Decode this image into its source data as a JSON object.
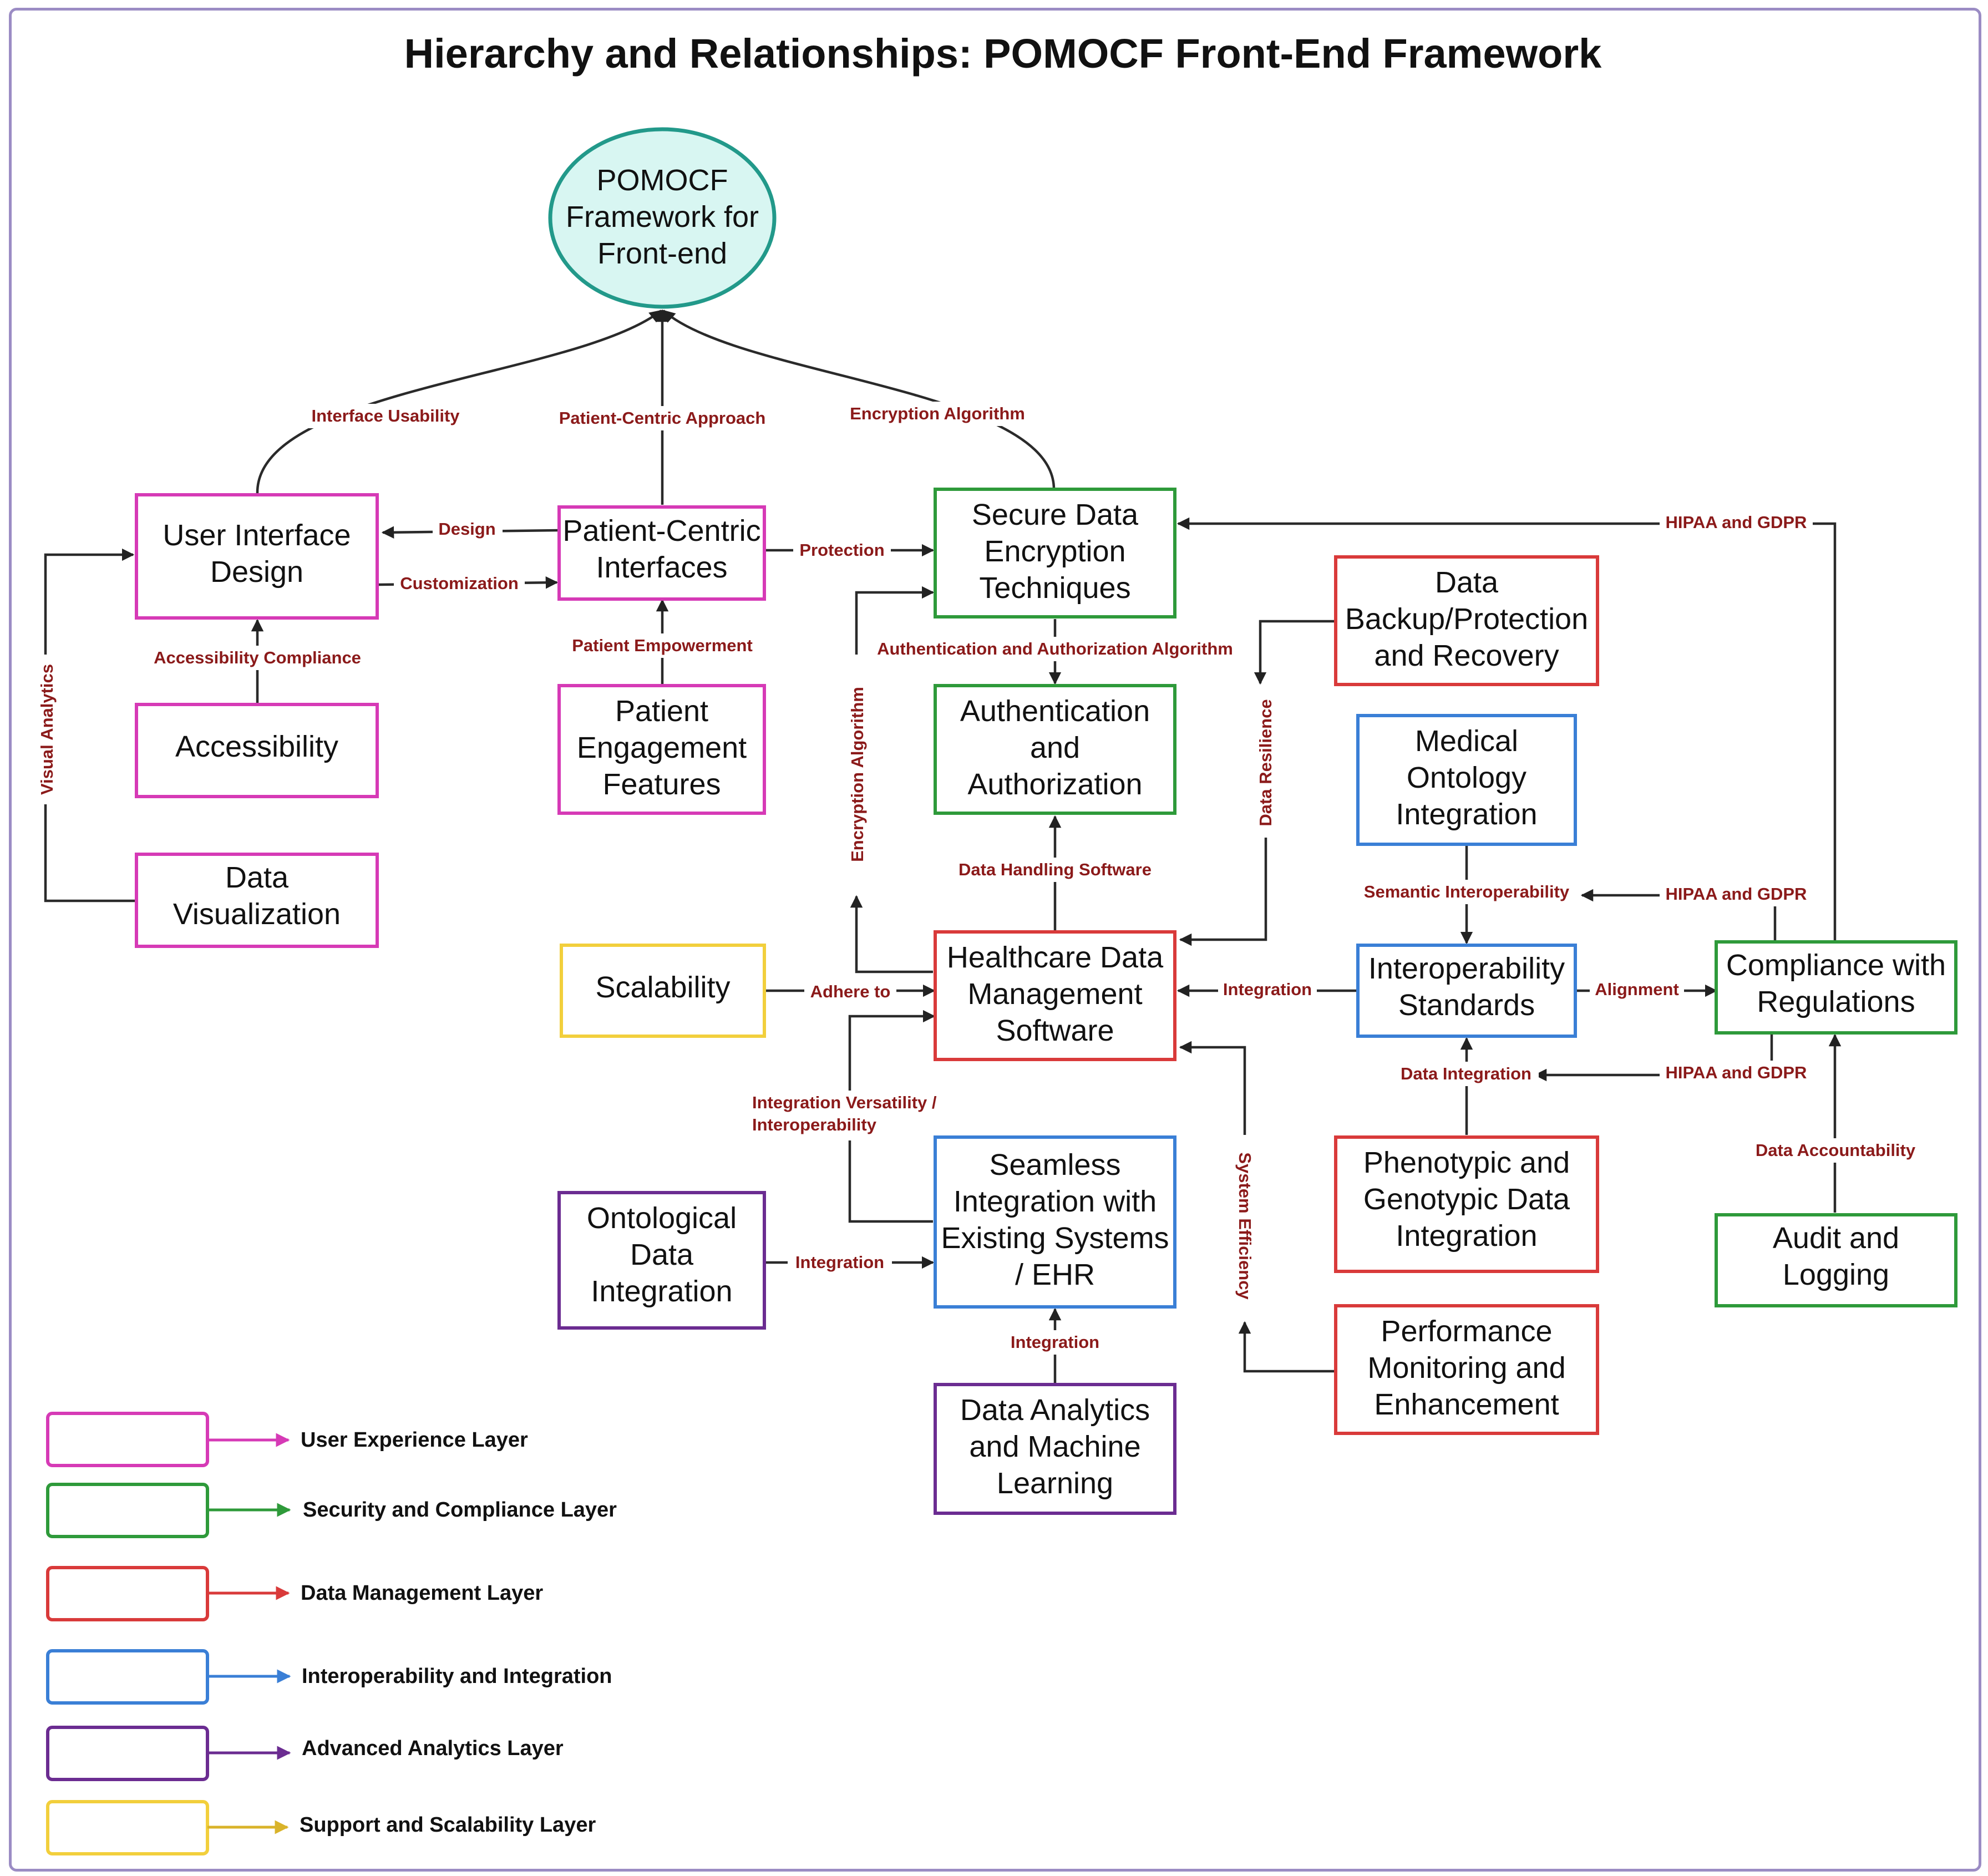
{
  "title": "Hierarchy and Relationships: POMOCF Front-End Framework",
  "colors": {
    "user_experience": "#d63ab6",
    "security": "#2e9a3a",
    "data_management": "#d93a3a",
    "interoperability": "#3a7fd6",
    "analytics": "#6b2c91",
    "scalability": "#f2cf3c",
    "root_stroke": "#22998a",
    "root_fill": "#d8f6f2",
    "edge_label": "#8b1a1a"
  },
  "nodes": {
    "root": [
      "POMOCF",
      "Framework for",
      "Front-end"
    ],
    "ui_design": [
      "User Interface",
      "Design"
    ],
    "patient_centric": [
      "Patient-Centric",
      "Interfaces"
    ],
    "secure_encryption": [
      "Secure Data",
      "Encryption",
      "Techniques"
    ],
    "accessibility": [
      "Accessibility"
    ],
    "patient_engagement": [
      "Patient",
      "Engagement",
      "Features"
    ],
    "auth": [
      "Authentication",
      "and",
      "Authorization"
    ],
    "data_backup": [
      "Data",
      "Backup/Protection",
      "and Recovery"
    ],
    "medical_ontology": [
      "Medical",
      "Ontology",
      "Integration"
    ],
    "data_visualization": [
      "Data",
      "Visualization"
    ],
    "scalability": [
      "Scalability"
    ],
    "healthcare_dms": [
      "Healthcare Data",
      "Management",
      "Software"
    ],
    "interop_standards": [
      "Interoperability",
      "Standards"
    ],
    "compliance": [
      "Compliance with",
      "Regulations"
    ],
    "ontological": [
      "Ontological",
      "Data",
      "Integration"
    ],
    "seamless": [
      "Seamless",
      "Integration with",
      "Existing Systems",
      "/ EHR"
    ],
    "phenotypic": [
      "Phenotypic and",
      "Genotypic Data",
      "Integration"
    ],
    "audit": [
      "Audit and",
      "Logging"
    ],
    "performance": [
      "Performance",
      "Monitoring and",
      "Enhancement"
    ],
    "analytics_ml": [
      "Data Analytics",
      "and Machine",
      "Learning"
    ]
  },
  "edge_labels": {
    "interface_usability": "Interface Usability",
    "patient_centric_approach": "Patient-Centric Approach",
    "encryption_algorithm_top": "Encryption Algorithm",
    "design": "Design",
    "customization": "Customization",
    "protection": "Protection",
    "hipaa_top": "HIPAA and GDPR",
    "accessibility_compliance": "Accessibility Compliance",
    "patient_empowerment": "Patient Empowerment",
    "auth_algorithm": "Authentication and Authorization Algorithm",
    "visual_analytics": "Visual Analytics",
    "encryption_algorithm_side": "Encryption Algorithm",
    "data_resilience": "Data Resilience",
    "data_handling": "Data Handling Software",
    "semantic_interop": "Semantic Interoperability",
    "hipaa_mid": "HIPAA and GDPR",
    "adhere_to": "Adhere to",
    "integration_dms": "Integration",
    "alignment": "Alignment",
    "data_integration": "Data Integration",
    "hipaa_low": "HIPAA and GDPR",
    "integration_versatility_1": "Integration Versatility /",
    "integration_versatility_2": "Interoperability",
    "system_efficiency": "System Efficiency",
    "data_accountability": "Data Accountability",
    "integration_ontological": "Integration",
    "integration_analytics": "Integration"
  },
  "legend": [
    {
      "label": "User Experience Layer",
      "color": "#d63ab6"
    },
    {
      "label": "Security and Compliance Layer",
      "color": "#2e9a3a"
    },
    {
      "label": "Data Management Layer",
      "color": "#d93a3a"
    },
    {
      "label": "Interoperability and Integration",
      "color": "#3a7fd6"
    },
    {
      "label": "Advanced Analytics Layer",
      "color": "#6b2c91"
    },
    {
      "label": "Support and Scalability Layer",
      "color": "#d9b32a"
    }
  ]
}
